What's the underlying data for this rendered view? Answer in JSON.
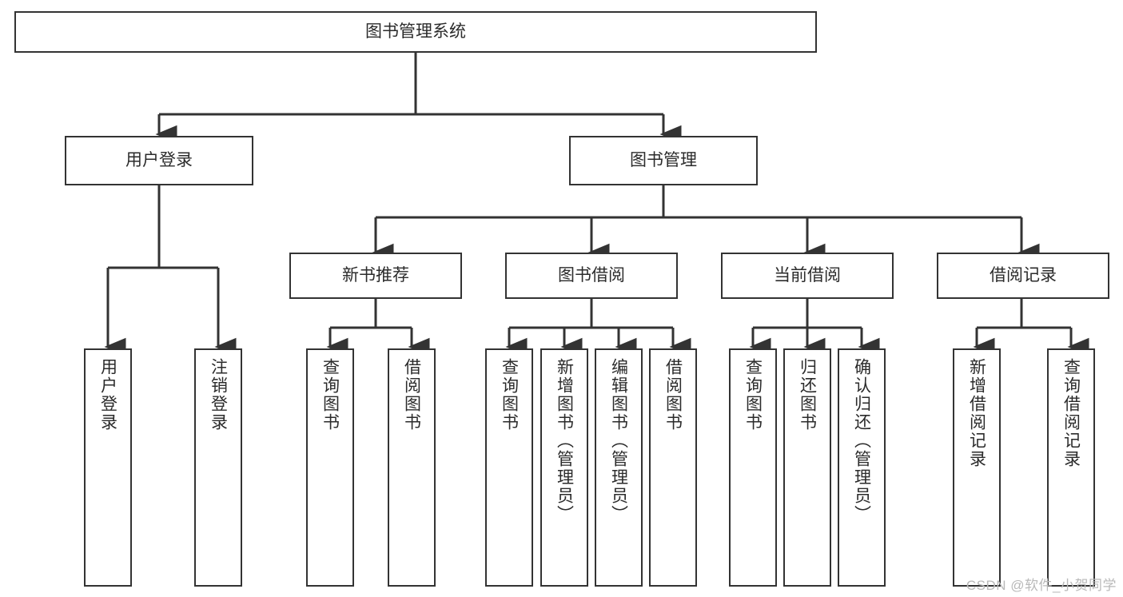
{
  "diagram": {
    "type": "hierarchy-tree",
    "title": "图书管理系统",
    "watermark": "CSDN @软件_小贺同学",
    "colors": {
      "stroke": "#333333",
      "fill": "#ffffff",
      "text": "#2b2b2b",
      "watermark": "#b9b9b9"
    },
    "nodes": {
      "root": {
        "label": "图书管理系统"
      },
      "level1": [
        {
          "label": "用户登录"
        },
        {
          "label": "图书管理"
        }
      ],
      "level2": [
        {
          "label": "新书推荐"
        },
        {
          "label": "图书借阅"
        },
        {
          "label": "当前借阅"
        },
        {
          "label": "借阅记录"
        }
      ],
      "leaves": {
        "user_login": [
          {
            "label": "用户登录"
          },
          {
            "label": "注销登录"
          }
        ],
        "new_book_recommend": [
          {
            "label": "查询图书"
          },
          {
            "label": "借阅图书"
          }
        ],
        "book_borrow": [
          {
            "label": "查询图书"
          },
          {
            "label": "新增图书（管理员）"
          },
          {
            "label": "编辑图书（管理员）"
          },
          {
            "label": "借阅图书"
          }
        ],
        "current_borrow": [
          {
            "label": "查询图书"
          },
          {
            "label": "归还图书"
          },
          {
            "label": "确认归还（管理员）"
          }
        ],
        "borrow_record": [
          {
            "label": "新增借阅记录"
          },
          {
            "label": "查询借阅记录"
          }
        ]
      }
    }
  }
}
